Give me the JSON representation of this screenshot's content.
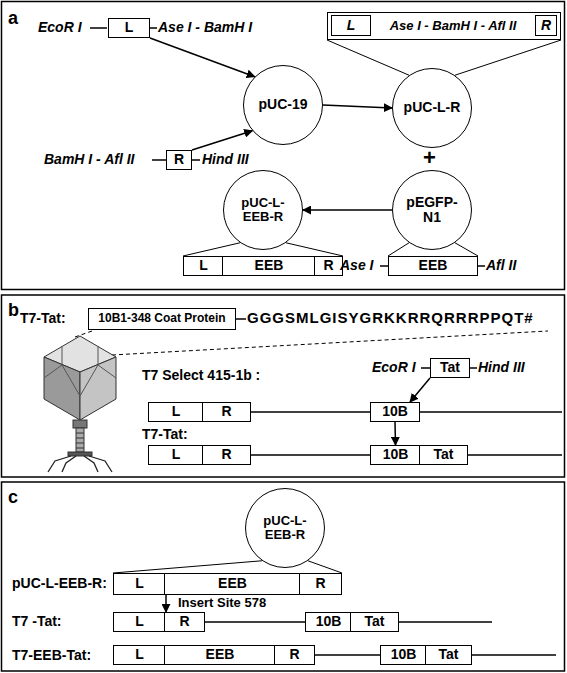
{
  "diagram": {
    "nodes": [
      {
        "text": [
          "L"
        ]
      },
      {
        "text": [
          "R"
        ]
      },
      {
        "text": [
          "pUC-19"
        ]
      },
      {
        "text": [
          "pUC-L-R"
        ]
      },
      {
        "text": [
          "Ase I - BamH I - Afl II"
        ]
      },
      {
        "text": [
          "L"
        ],
        "in": 4
      },
      {
        "text": [
          "R"
        ],
        "in": 4
      },
      {
        "text": [
          "pEGFP-N1"
        ]
      },
      {
        "text": [
          "pUC-L-EEB-R"
        ]
      },
      {
        "text": [
          "EEB"
        ]
      },
      {
        "text": [
          "L"
        ]
      },
      {
        "text": [
          "EEB"
        ]
      },
      {
        "text": [
          "R"
        ]
      },
      {
        "text": [
          "10B1-348 Coat Protein"
        ]
      },
      {
        "text": [
          "Tat"
        ]
      },
      {
        "text": [
          "L"
        ]
      },
      {
        "text": [
          "R"
        ]
      },
      {
        "text": [
          "10B"
        ]
      },
      {
        "text": [
          "L"
        ]
      },
      {
        "text": [
          "R"
        ]
      },
      {
        "text": [
          "10B"
        ]
      },
      {
        "text": [
          "Tat"
        ]
      },
      {
        "text": [
          "pUC-L-EEB-R"
        ]
      },
      {
        "text": [
          "L"
        ]
      },
      {
        "text": [
          "EEB"
        ]
      },
      {
        "text": [
          "R"
        ]
      },
      {
        "text": [
          "L"
        ]
      },
      {
        "text": [
          "R"
        ]
      },
      {
        "text": [
          "10B"
        ]
      },
      {
        "text": [
          "Tat"
        ]
      },
      {
        "text": [
          "L"
        ]
      },
      {
        "text": [
          "EEB"
        ]
      },
      {
        "text": [
          "R"
        ]
      },
      {
        "text": [
          "10B"
        ]
      },
      {
        "text": [
          "Tat"
        ]
      }
    ],
    "edges": [
      {
        "from": 0,
        "to": 2,
        "arrow": "to"
      },
      {
        "from": 1,
        "to": 2,
        "arrow": "to"
      },
      {
        "from": 2,
        "to": 3,
        "arrow": "to"
      },
      {
        "from": 3,
        "to": 4,
        "arrow": "none"
      },
      {
        "from": 7,
        "to": 8,
        "arrow": "to"
      },
      {
        "from": 7,
        "to": 9,
        "arrow": "none"
      },
      {
        "from": 8,
        "to": 11,
        "arrow": "none"
      },
      {
        "from": 14,
        "to": 17,
        "arrow": "to"
      },
      {
        "from": 17,
        "to": 20,
        "arrow": "to"
      },
      {
        "from": 22,
        "to": 24,
        "arrow": "none"
      },
      {
        "from": 23,
        "to": 26,
        "arrow": "to",
        "label": "Insert Site 578"
      }
    ],
    "labels": [
      "a",
      "EcoR I",
      "Ase I - BamH I",
      "BamH I - Afl II",
      "Hind III",
      "+",
      "Ase I",
      "Afl II",
      "b",
      "T7-Tat:",
      "GGGSMLGISYGRKKRRQRRRPPQT#",
      "T7 Select 415-1b :",
      "EcoR I",
      "Hind III",
      "T7-Tat:",
      "c",
      "pUC-L-EEB-R:",
      "T7 -Tat:",
      "T7-EEB-Tat:"
    ]
  }
}
